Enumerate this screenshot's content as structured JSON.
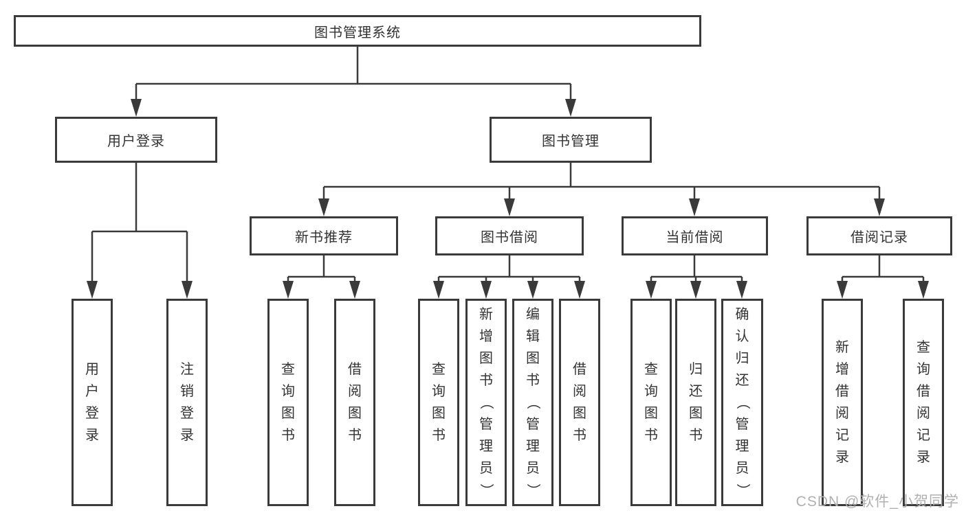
{
  "diagram": {
    "title_node": "图书管理系统",
    "branches": {
      "user_login": {
        "label": "用户登录",
        "children": [
          "用户登录",
          "注销登录"
        ]
      },
      "book_management": {
        "label": "图书管理",
        "sections": [
          {
            "label": "新书推荐",
            "children": [
              "查询图书",
              "借阅图书"
            ]
          },
          {
            "label": "图书借阅",
            "children": [
              "查询图书",
              "新增图书（管理员）",
              "编辑图书（管理员）",
              "借阅图书"
            ]
          },
          {
            "label": "当前借阅",
            "children": [
              "查询图书",
              "归还图书",
              "确认归还（管理员）"
            ]
          },
          {
            "label": "借阅记录",
            "children": [
              "新增借阅记录",
              "查询借阅记录"
            ]
          }
        ]
      }
    },
    "watermark": "CSDN @软件_小贺同学",
    "colors": {
      "line": "#3a3a3a",
      "text": "#333333",
      "watermark": "#b0b0b0",
      "background": "#ffffff"
    }
  }
}
